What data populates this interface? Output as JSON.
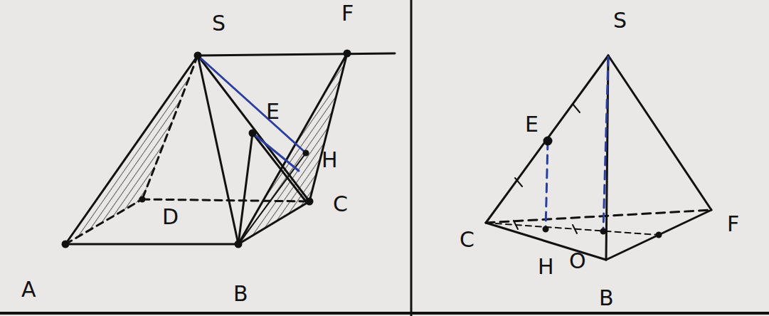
{
  "diagram": {
    "labels": [
      "S",
      "F",
      "E",
      "H",
      "D",
      "A",
      "B",
      "C",
      "S",
      "E",
      "C",
      "H",
      "O",
      "F",
      "B"
    ]
  }
}
